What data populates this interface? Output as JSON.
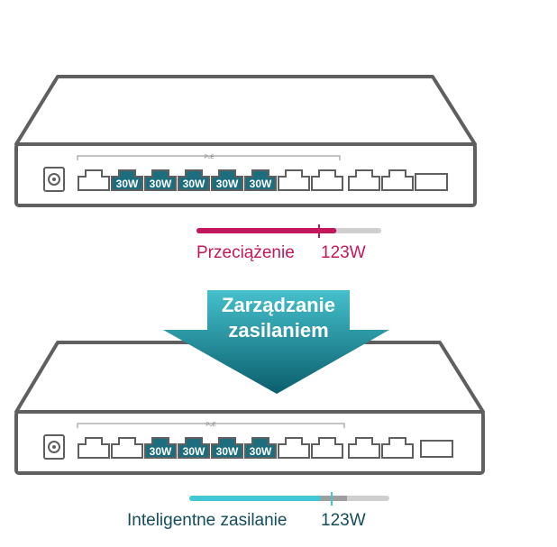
{
  "top_switch": {
    "poe_label": "PoE",
    "poe_ports": [
      "30W",
      "30W",
      "30W",
      "30W",
      "30W"
    ],
    "status": {
      "label": "Przeciążenie",
      "value": "123W",
      "color": "#c2185b",
      "fill_fraction": 0.75
    }
  },
  "arrow": {
    "line1": "Zarządzanie",
    "line2": "zasilaniem",
    "color_top": "#45c0cc",
    "color_bottom": "#0b5e6c"
  },
  "bottom_switch": {
    "poe_label": "PoE",
    "poe_ports": [
      "30W",
      "30W",
      "30W",
      "30W"
    ],
    "status": {
      "label": "Inteligentne zasilanie",
      "value": "123W",
      "color": "#43c7d4",
      "label_color": "#134d5c",
      "fill_fraction": 0.65
    }
  },
  "colors": {
    "outline": "#5f5f5f",
    "poe_port": "#1c6e7e",
    "bar_track": "#cfcfcf",
    "bar_reserve": "#9e9e9e"
  }
}
